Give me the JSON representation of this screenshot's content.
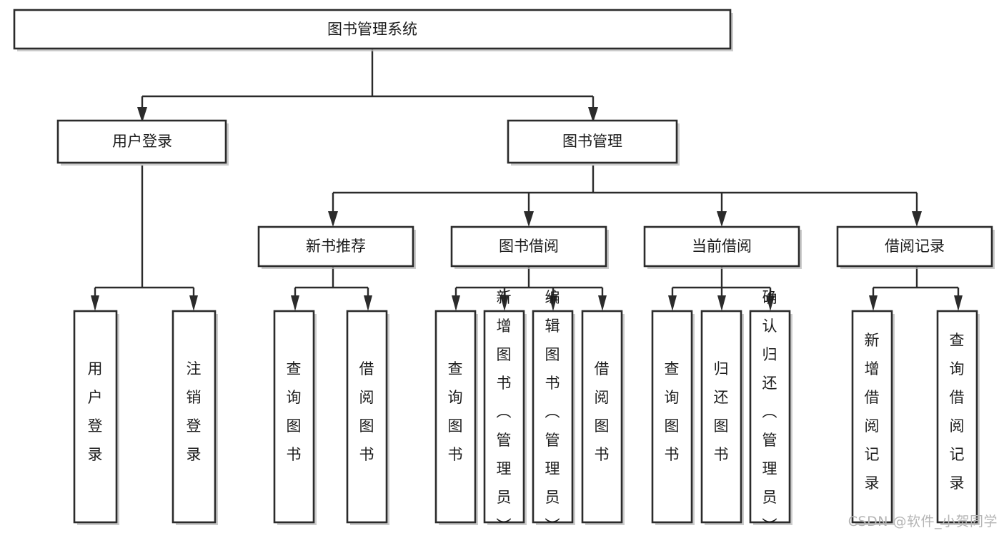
{
  "diagram": {
    "title": "图书管理系统",
    "type": "hierarchy-tree",
    "watermark": "CSDN @软件_小贺同学",
    "colors": {
      "box_stroke": "#2b2b2b",
      "box_fill": "#ffffff",
      "connector": "#2b2b2b",
      "text": "#1c1c1c",
      "watermark": "#b5b5b5",
      "background": "#ffffff"
    },
    "levels": {
      "root": {
        "label": "图书管理系统",
        "orientation": "horizontal"
      },
      "level2": [
        {
          "id": "user-login",
          "label": "用户登录",
          "orientation": "horizontal"
        },
        {
          "id": "book-management",
          "label": "图书管理",
          "orientation": "horizontal"
        }
      ],
      "level3": [
        {
          "id": "new-book-recommend",
          "label": "新书推荐",
          "orientation": "horizontal",
          "parent": "book-management"
        },
        {
          "id": "book-borrow",
          "label": "图书借阅",
          "orientation": "horizontal",
          "parent": "book-management"
        },
        {
          "id": "current-borrow",
          "label": "当前借阅",
          "orientation": "horizontal",
          "parent": "book-management"
        },
        {
          "id": "borrow-record",
          "label": "借阅记录",
          "orientation": "horizontal",
          "parent": "book-management"
        }
      ],
      "leaves": [
        {
          "id": "leaf-user-login",
          "label": "用户登录",
          "orientation": "vertical",
          "parent": "user-login"
        },
        {
          "id": "leaf-logout-login",
          "label": "注销登录",
          "orientation": "vertical",
          "parent": "user-login"
        },
        {
          "id": "leaf-query-book-1",
          "label": "查询图书",
          "orientation": "vertical",
          "parent": "new-book-recommend"
        },
        {
          "id": "leaf-borrow-book-1",
          "label": "借阅图书",
          "orientation": "vertical",
          "parent": "new-book-recommend"
        },
        {
          "id": "leaf-query-book-2",
          "label": "查询图书",
          "orientation": "vertical",
          "parent": "book-borrow"
        },
        {
          "id": "leaf-add-book",
          "label": "新增图书（管理员）",
          "orientation": "vertical",
          "parent": "book-borrow"
        },
        {
          "id": "leaf-edit-book",
          "label": "编辑图书（管理员）",
          "orientation": "vertical",
          "parent": "book-borrow"
        },
        {
          "id": "leaf-borrow-book-2",
          "label": "借阅图书",
          "orientation": "vertical",
          "parent": "book-borrow"
        },
        {
          "id": "leaf-query-book-3",
          "label": "查询图书",
          "orientation": "vertical",
          "parent": "current-borrow"
        },
        {
          "id": "leaf-return-book",
          "label": "归还图书",
          "orientation": "vertical",
          "parent": "current-borrow"
        },
        {
          "id": "leaf-confirm-return",
          "label": "确认归还（管理员）",
          "orientation": "vertical",
          "parent": "current-borrow"
        },
        {
          "id": "leaf-add-record",
          "label": "新增借阅记录",
          "orientation": "vertical",
          "parent": "borrow-record"
        },
        {
          "id": "leaf-query-record",
          "label": "查询借阅记录",
          "orientation": "vertical",
          "parent": "borrow-record"
        }
      ]
    }
  }
}
